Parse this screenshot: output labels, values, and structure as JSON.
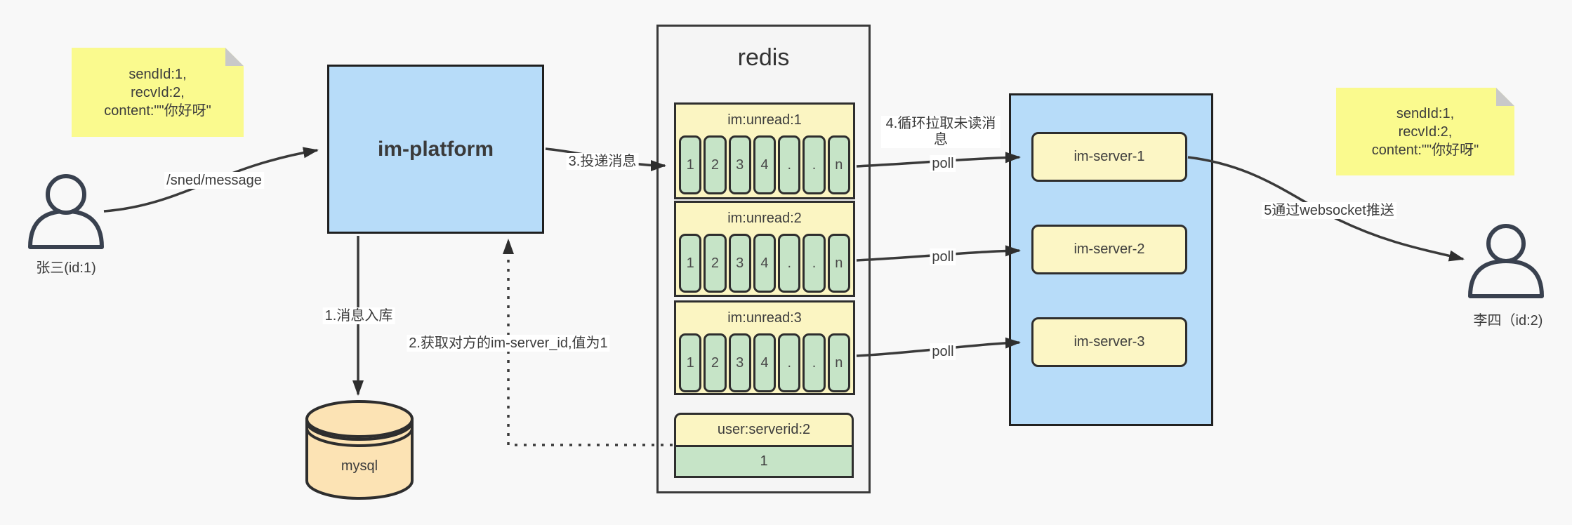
{
  "colors": {
    "background": "#F8F8F8",
    "note_yellow": "#FAFA8E",
    "box_blue": "#B7DCF9",
    "pale_yellow": "#FBF5C2",
    "cell_green": "#C6E4C7",
    "mysql_orange": "#FCE3B4",
    "redis_gray": "#F5F5F5",
    "stroke_dark": "#2E2E2E"
  },
  "actors": {
    "sender": {
      "label": "张三(id:1)"
    },
    "receiver": {
      "label": "李四（id:2)"
    }
  },
  "notes": {
    "left": {
      "lines": [
        "sendId:1,",
        "recvId:2,",
        "content:\"\"你好呀\""
      ]
    },
    "right": {
      "lines": [
        "sendId:1,",
        "recvId:2,",
        "content:\"\"你好呀\""
      ]
    }
  },
  "platform": {
    "label": "im-platform"
  },
  "database": {
    "label": "mysql"
  },
  "redis": {
    "title": "redis",
    "queues": [
      {
        "header": "im:unread:1",
        "cells": [
          "1",
          "2",
          "3",
          "4",
          ".",
          ".",
          "n"
        ]
      },
      {
        "header": "im:unread:2",
        "cells": [
          "1",
          "2",
          "3",
          "4",
          ".",
          ".",
          "n"
        ]
      },
      {
        "header": "im:unread:3",
        "cells": [
          "1",
          "2",
          "3",
          "4",
          ".",
          ".",
          "n"
        ]
      }
    ],
    "kv": {
      "header": "user:serverid:2",
      "value": "1"
    }
  },
  "servers": [
    {
      "label": "im-server-1"
    },
    {
      "label": "im-server-2"
    },
    {
      "label": "im-server-3"
    }
  ],
  "labels": {
    "send_api": "/sned/message",
    "step1": "1.消息入库",
    "step2": "2.获取对方的im-server_id,值为1",
    "step3": "3.投递消息",
    "step4": "4.循环拉取未读消息",
    "step5": "5通过websocket推送",
    "poll1": "poll",
    "poll2": "poll",
    "poll3": "poll"
  }
}
